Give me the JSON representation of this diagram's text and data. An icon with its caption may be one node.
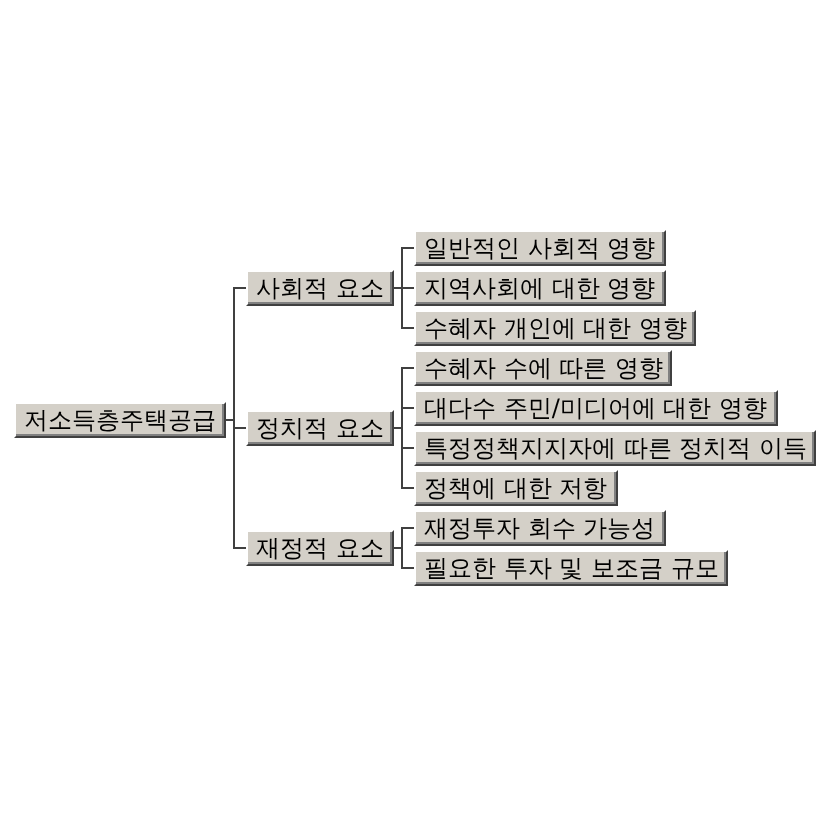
{
  "diagram": {
    "nodes": [
      {
        "text": [
          "저소득층주택공급"
        ]
      },
      {
        "text": [
          "사회적 요소"
        ]
      },
      {
        "text": [
          "정치적 요소"
        ]
      },
      {
        "text": [
          "재정적 요소"
        ]
      },
      {
        "text": [
          "일반적인 사회적 영향"
        ]
      },
      {
        "text": [
          "지역사회에 대한 영향"
        ]
      },
      {
        "text": [
          "수혜자 개인에 대한 영향"
        ]
      },
      {
        "text": [
          "수혜자 수에 따른 영향"
        ]
      },
      {
        "text": [
          "대다수 주민/미디어에 대한 영향"
        ]
      },
      {
        "text": [
          "특정정책지지자에 따른 정치적 이득"
        ]
      },
      {
        "text": [
          "정책에 대한 저항"
        ]
      },
      {
        "text": [
          "재정투자 회수 가능성"
        ]
      },
      {
        "text": [
          "필요한 투자 및 보조금 규모"
        ]
      }
    ],
    "edges": [
      {
        "from": 0,
        "to": 1,
        "arrow": "none"
      },
      {
        "from": 0,
        "to": 2,
        "arrow": "none"
      },
      {
        "from": 0,
        "to": 3,
        "arrow": "none"
      },
      {
        "from": 1,
        "to": 4,
        "arrow": "none"
      },
      {
        "from": 1,
        "to": 5,
        "arrow": "none"
      },
      {
        "from": 1,
        "to": 6,
        "arrow": "none"
      },
      {
        "from": 2,
        "to": 7,
        "arrow": "none"
      },
      {
        "from": 2,
        "to": 8,
        "arrow": "none"
      },
      {
        "from": 2,
        "to": 9,
        "arrow": "none"
      },
      {
        "from": 2,
        "to": 10,
        "arrow": "none"
      },
      {
        "from": 3,
        "to": 11,
        "arrow": "none"
      },
      {
        "from": 3,
        "to": 12,
        "arrow": "none"
      }
    ]
  }
}
